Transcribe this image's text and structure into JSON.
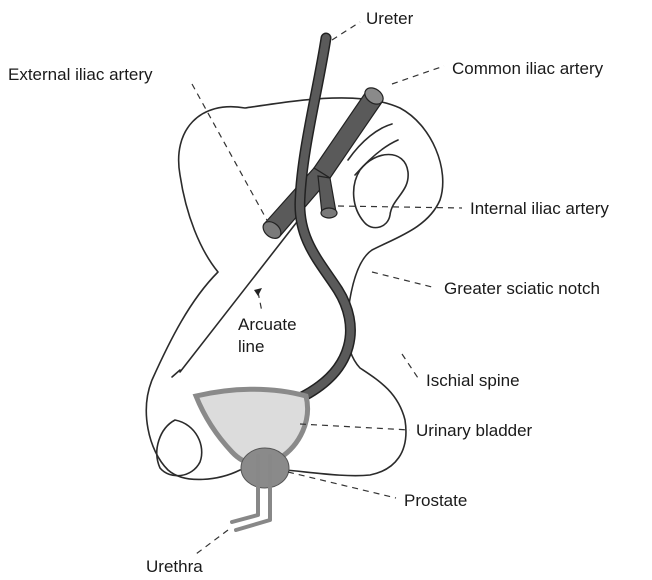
{
  "labels": {
    "ureter": "Ureter",
    "external_iliac_artery": "External iliac artery",
    "common_iliac_artery": "Common iliac artery",
    "internal_iliac_artery": "Internal iliac artery",
    "greater_sciatic_notch": "Greater sciatic notch",
    "arcuate_line_1": "Arcuate",
    "arcuate_line_2": "line",
    "ischial_spine": "Ischial spine",
    "urinary_bladder": "Urinary bladder",
    "prostate": "Prostate",
    "urethra": "Urethra"
  },
  "colors": {
    "ureter": "#5a5a5a",
    "artery": "#5a5a5a",
    "bladder_fill": "#dcdcdc",
    "bladder_wall": "#8a8a8a",
    "prostate": "#7a7a7a",
    "outline": "#2b2b2b"
  }
}
